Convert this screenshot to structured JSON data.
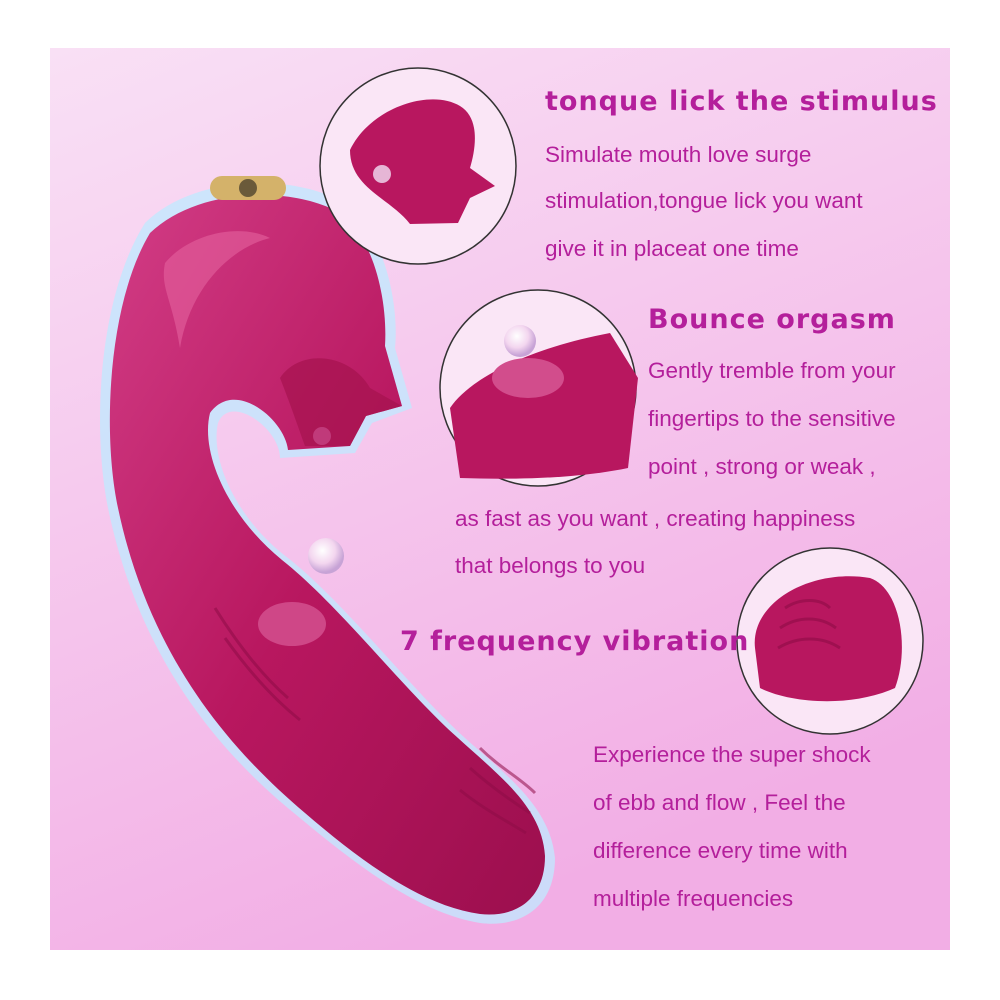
{
  "colors": {
    "text": "#b41f9b",
    "background_top": "#f8dcf4",
    "background_bottom": "#f3b0e6",
    "product": "#b8175f",
    "halo": "#bfeaff"
  },
  "icons": [
    "product-illustration",
    "tongue-detail-icon",
    "bounce-detail-icon",
    "vibration-tip-detail-icon"
  ],
  "features": {
    "tongue": {
      "heading": "tonque lick the stimulus",
      "lines": [
        "Simulate mouth love surge",
        "stimulation,tongue lick you want",
        "give it in placeat one time"
      ]
    },
    "bounce": {
      "heading": "Bounce orgasm",
      "lines": [
        "Gently tremble from your",
        "fingertips to the sensitive",
        "point , strong or weak ,",
        "as fast as you want , creating happiness",
        "that belongs to you"
      ]
    },
    "vibration": {
      "heading": "7 frequency vibration",
      "lines": [
        "Experience the super shock",
        "of ebb and flow , Feel the",
        "difference every time with",
        "multiple frequencies"
      ]
    }
  }
}
